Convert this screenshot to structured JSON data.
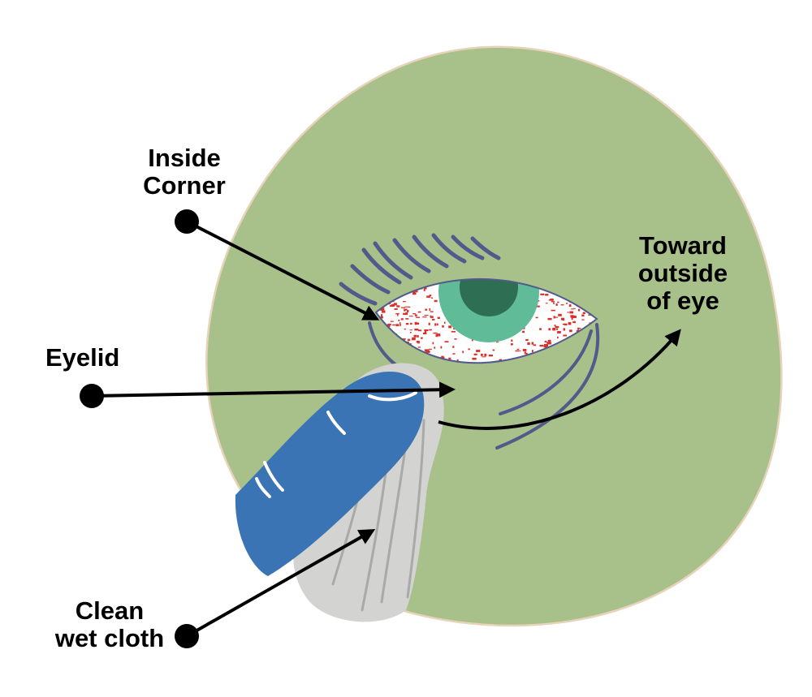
{
  "labels": {
    "inside_corner": [
      "Inside",
      "Corner"
    ],
    "eyelid": [
      "Eyelid"
    ],
    "cloth": [
      "Clean",
      "wet cloth"
    ],
    "toward": [
      "Toward",
      "outside",
      "of eye"
    ]
  },
  "colors": {
    "face": "#a8c08a",
    "face_edge": "#e7d3b9",
    "eye_white": "#ffffff",
    "blood": "#d9302a",
    "iris": "#5fbb98",
    "pupil": "#2e6e52",
    "lash": "#525a8c",
    "finger": "#3a74b4",
    "finger_highlight": "#ffffff",
    "cloth": "#d3d3d1",
    "cloth_fold": "#a9a9a7",
    "arrow": "#000000"
  },
  "icons": {
    "dot": "pointer-dot-icon",
    "arrow": "arrowhead-icon"
  }
}
